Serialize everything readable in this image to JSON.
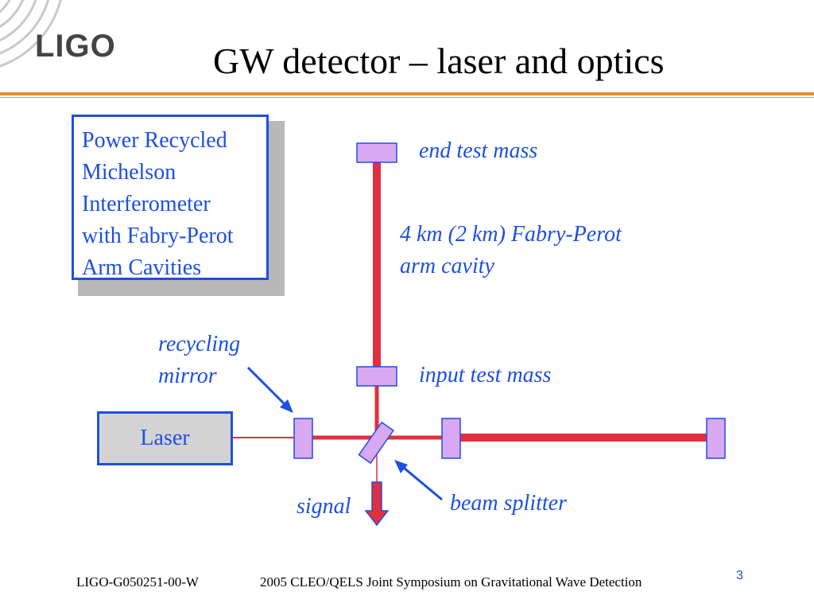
{
  "slide": {
    "logo": "LIGO",
    "title": "GW detector – laser and optics",
    "callout_lines": [
      "Power Recycled",
      "Michelson",
      "Interferometer",
      "with Fabry-Perot",
      "Arm Cavities"
    ],
    "laser": "Laser",
    "labels": {
      "end_test_mass": "end test mass",
      "fabry_perot_line1": "4 km (2 km) Fabry-Perot",
      "fabry_perot_line2": "arm cavity",
      "recycling_line1": "recycling",
      "recycling_line2": "mirror",
      "input_test_mass": "input test mass",
      "signal": "signal",
      "beam_splitter": "beam splitter"
    },
    "footer": {
      "doc_id": "LIGO-G050251-00-W",
      "event": "2005 CLEO/QELS Joint Symposium on Gravitational Wave Detection",
      "page": "3"
    }
  },
  "colors": {
    "beam": "#e0303f",
    "mirror_fill": "#d8a8f2",
    "mirror_stroke": "#1e4fe2",
    "text_blue": "#1e4fe2",
    "accent_orange": "#e88b2e"
  }
}
